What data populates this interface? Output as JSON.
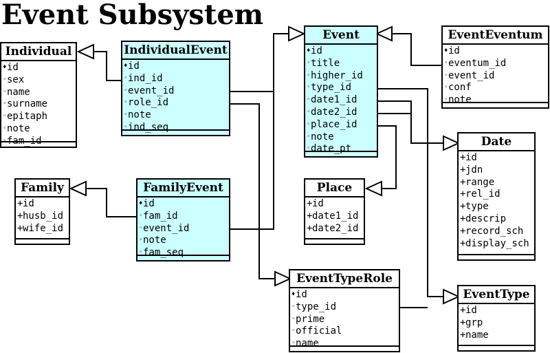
{
  "page": {
    "title": "Event Subsystem"
  },
  "colors": {
    "highlight": "#ccffff",
    "line": "#000000",
    "background": "#ffffff"
  },
  "tables": {
    "individual": {
      "name": "Individual",
      "fields": [
        {
          "mark": "♦",
          "name": "id"
        },
        {
          "mark": "◦",
          "name": "sex"
        },
        {
          "mark": "◦",
          "name": "name"
        },
        {
          "mark": "◦",
          "name": "surname"
        },
        {
          "mark": "◦",
          "name": "epitaph"
        },
        {
          "mark": "◦",
          "name": "note"
        },
        {
          "mark": "◦",
          "name": "fam_id"
        }
      ]
    },
    "individual_event": {
      "name": "IndividualEvent",
      "fields": [
        {
          "mark": "♦",
          "name": "id"
        },
        {
          "mark": "◦",
          "name": "ind_id"
        },
        {
          "mark": "◦",
          "name": "event_id"
        },
        {
          "mark": "◦",
          "name": "role_id"
        },
        {
          "mark": "◦",
          "name": "note"
        },
        {
          "mark": "◦",
          "name": "ind_seq"
        }
      ]
    },
    "event": {
      "name": "Event",
      "fields": [
        {
          "mark": "♦",
          "name": "id"
        },
        {
          "mark": "◦",
          "name": "title"
        },
        {
          "mark": "◦",
          "name": "higher_id"
        },
        {
          "mark": "◦",
          "name": "type_id"
        },
        {
          "mark": "◦",
          "name": "date1_id"
        },
        {
          "mark": "◦",
          "name": "date2_id"
        },
        {
          "mark": "◦",
          "name": "place_id"
        },
        {
          "mark": "◦",
          "name": "note"
        },
        {
          "mark": "◦",
          "name": "date_pt"
        }
      ]
    },
    "event_eventum": {
      "name": "EventEventum",
      "fields": [
        {
          "mark": "♦",
          "name": "id"
        },
        {
          "mark": "◦",
          "name": "eventum_id"
        },
        {
          "mark": "◦",
          "name": "event_id"
        },
        {
          "mark": "◦",
          "name": "conf"
        },
        {
          "mark": "◦",
          "name": "note"
        }
      ]
    },
    "date": {
      "name": "Date",
      "fields": [
        {
          "mark": "+",
          "name": "id"
        },
        {
          "mark": "+",
          "name": "jdn"
        },
        {
          "mark": "+",
          "name": "range"
        },
        {
          "mark": "+",
          "name": "rel_id"
        },
        {
          "mark": "+",
          "name": "type"
        },
        {
          "mark": "+",
          "name": "descrip"
        },
        {
          "mark": "+",
          "name": "record_sch"
        },
        {
          "mark": "+",
          "name": "display_sch"
        }
      ]
    },
    "family": {
      "name": "Family",
      "fields": [
        {
          "mark": "+",
          "name": "id"
        },
        {
          "mark": "+",
          "name": "husb_id"
        },
        {
          "mark": "+",
          "name": "wife_id"
        }
      ]
    },
    "family_event": {
      "name": "FamilyEvent",
      "fields": [
        {
          "mark": "♦",
          "name": "id"
        },
        {
          "mark": "◦",
          "name": "fam_id"
        },
        {
          "mark": "◦",
          "name": "event_id"
        },
        {
          "mark": "◦",
          "name": "note"
        },
        {
          "mark": "◦",
          "name": "fam_seq"
        }
      ]
    },
    "place": {
      "name": "Place",
      "fields": [
        {
          "mark": "+",
          "name": "id"
        },
        {
          "mark": "+",
          "name": "date1_id"
        },
        {
          "mark": "+",
          "name": "date2_id"
        }
      ]
    },
    "event_type_role": {
      "name": "EventTypeRole",
      "fields": [
        {
          "mark": "♦",
          "name": "id"
        },
        {
          "mark": "◦",
          "name": "type_id"
        },
        {
          "mark": "◦",
          "name": "prime"
        },
        {
          "mark": "◦",
          "name": "official"
        },
        {
          "mark": "◦",
          "name": "name"
        }
      ]
    },
    "event_type": {
      "name": "EventType",
      "fields": [
        {
          "mark": "+",
          "name": "id"
        },
        {
          "mark": "+",
          "name": "grp"
        },
        {
          "mark": "+",
          "name": "name"
        }
      ]
    }
  }
}
